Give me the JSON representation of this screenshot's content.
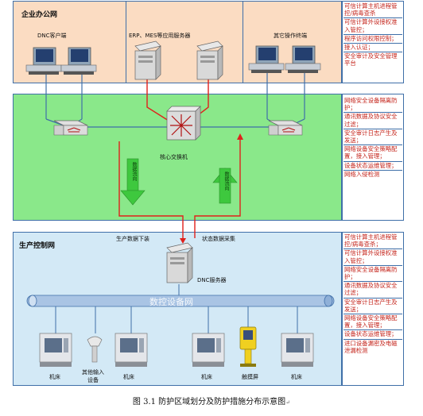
{
  "zones": {
    "office": {
      "title": "企业办公网"
    },
    "production": {
      "title": "生产控制网"
    }
  },
  "labels": {
    "dnc_client": "DNC客户端",
    "erp_server": "ERP、MES等应用服务器",
    "other_terminal": "其它操作终端",
    "core_switch": "核心交换机",
    "data_flow_down": "数据流向",
    "data_flow_up": "数据流向",
    "prod_data_down": "生产数据下装",
    "status_collect": "状态数据采集",
    "dnc_server": "DNC服务器",
    "cnc_bus": "数控设备网",
    "machine_1": "机床",
    "other_input_1": "其他输入",
    "other_input_2": "设备",
    "machine_2": "机床",
    "machine_3": "机床",
    "touchscreen": "触摸屏",
    "machine_4": "机床"
  },
  "side_measures": {
    "office": [
      "可信计算主机进程管控/病毒查杀",
      "可信计算外设接权准入管控；",
      "程序访问权限控制；",
      "接入认证；",
      "安全审计及安全管理平台"
    ],
    "core": [
      "网络安全设备隔离防护；",
      "通讯数据及协议安全过滤；",
      "安全审计日志产生及发送；",
      "网络设备安全策略配置，接入管理；",
      "设备状态运维管理；",
      "网络入侵检测"
    ],
    "production": [
      "可信计算主机进程管控/病毒查杀；",
      "可信计算外设接权准入管控；",
      "网络安全设备隔离防护；",
      "通讯数据及协议安全过滤；",
      "安全审计日志产生及发送；",
      "网络设备安全策略配置，接入管理；",
      "设备状态运维管理；",
      "进口设备漏密及电磁泄漏检测"
    ]
  },
  "caption": "图 3.1 防护区域划分及防护措施分布示意图",
  "caption_mark": "↵",
  "colors": {
    "office_bg": "#fbdcc2",
    "core_bg": "#8ae88a",
    "production_bg": "#d3e9f6",
    "zone_border": "#3f6fa8",
    "red_line": "#e0201b",
    "side_text": "#c4241b",
    "arrow_green": "#3ec83e"
  }
}
